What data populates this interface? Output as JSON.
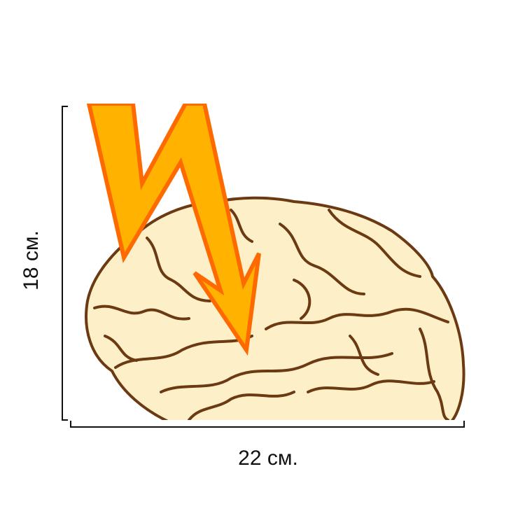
{
  "dimensions": {
    "height_label": "18 см.",
    "width_label": "22 см."
  },
  "artwork": {
    "subject": "brain-with-lightning-bolt",
    "colors": {
      "bolt_fill": "#FFB300",
      "bolt_stroke": "#FF6A00",
      "brain_fill": "#FDF0C9",
      "brain_stroke": "#6B3A12",
      "dimension_line": "#111111"
    }
  }
}
